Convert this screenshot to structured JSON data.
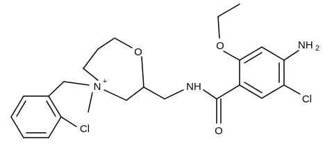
{
  "atoms": {
    "oxygen_ring": "O",
    "oxygen_ether": "O",
    "oxygen_carbonyl": "O",
    "nitrogen_quat": "N",
    "nitrogen_quat_charge": "+",
    "amide_nh": "NH",
    "amine_main": "NH",
    "amine_sub": "2",
    "chloro_benzyl": "Cl",
    "chloro_aryl": "Cl"
  },
  "colors": {
    "bond": "#000000",
    "background": "#ffffff"
  }
}
